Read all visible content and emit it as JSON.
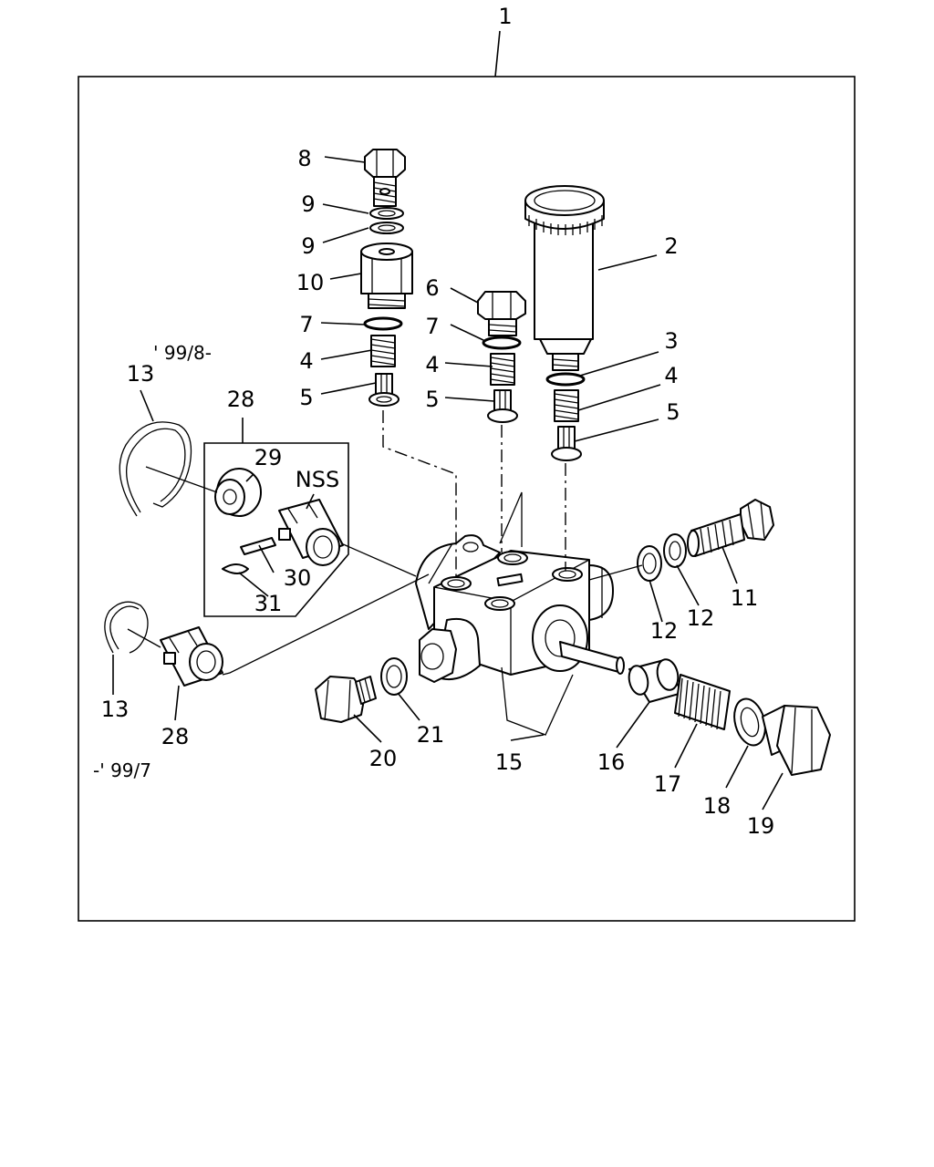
{
  "diagram": {
    "callouts": {
      "c1": "1",
      "c2": "2",
      "c3": "3",
      "c4a": "4",
      "c4b": "4",
      "c4c": "4",
      "c5a": "5",
      "c5b": "5",
      "c5c": "5",
      "c6": "6",
      "c7a": "7",
      "c7b": "7",
      "c8": "8",
      "c9a": "9",
      "c9b": "9",
      "c10": "10",
      "c11": "11",
      "c12a": "12",
      "c12b": "12",
      "c13a": "13",
      "c13b": "13",
      "c15": "15",
      "c16": "16",
      "c17": "17",
      "c18": "18",
      "c19": "19",
      "c20": "20",
      "c21": "21",
      "c28a": "28",
      "c28b": "28",
      "c29": "29",
      "c30": "30",
      "c31": "31"
    },
    "notes": {
      "nss": "NSS",
      "from_date": "' 99/8-",
      "to_date": "-' 99/7"
    }
  }
}
